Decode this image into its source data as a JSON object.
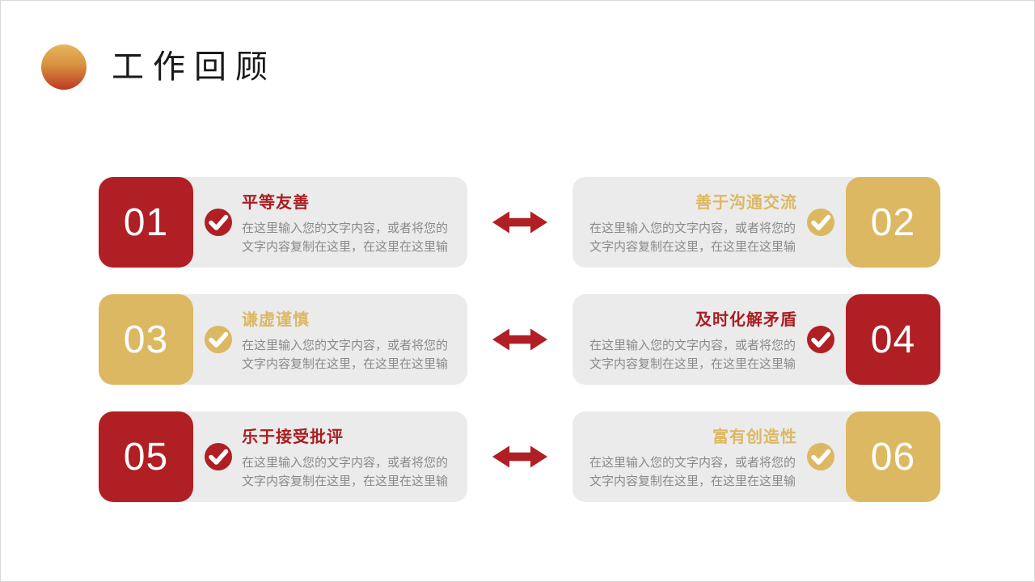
{
  "slide": {
    "header": {
      "title": "工作回顾",
      "bullet_icon": "gradient-circle"
    },
    "colors": {
      "red": "#b01f24",
      "red_title": "#a81e22",
      "gold": "#dcb863",
      "card_background": "#ebebeb",
      "body_text": "#8a8a8a",
      "heading_text": "#1a1a1a",
      "number_text": "#ffffff",
      "bullet_gradient_top": "#e6b65e",
      "bullet_gradient_bottom": "#bd3a22"
    },
    "connector_icon": "double-headed-arrow",
    "cards": [
      {
        "number": "01",
        "title": "平等友善",
        "theme": "red",
        "side": "left",
        "body": "在这里输入您的文字内容，或者将您的文字内容复制在这里，在这里在这里输"
      },
      {
        "number": "02",
        "title": "善于沟通交流",
        "theme": "gold",
        "side": "right",
        "body": "在这里输入您的文字内容，或者将您的文字内容复制在这里，在这里在这里输"
      },
      {
        "number": "03",
        "title": "谦虚谨慎",
        "theme": "gold",
        "side": "left",
        "body": "在这里输入您的文字内容，或者将您的文字内容复制在这里，在这里在这里输"
      },
      {
        "number": "04",
        "title": "及时化解矛盾",
        "theme": "red",
        "side": "right",
        "body": "在这里输入您的文字内容，或者将您的文字内容复制在这里，在这里在这里输"
      },
      {
        "number": "05",
        "title": "乐于接受批评",
        "theme": "red",
        "side": "left",
        "body": "在这里输入您的文字内容，或者将您的文字内容复制在这里，在这里在这里输"
      },
      {
        "number": "06",
        "title": "富有创造性",
        "theme": "gold",
        "side": "right",
        "body": "在这里输入您的文字内容，或者将您的文字内容复制在这里，在这里在这里输"
      }
    ]
  }
}
